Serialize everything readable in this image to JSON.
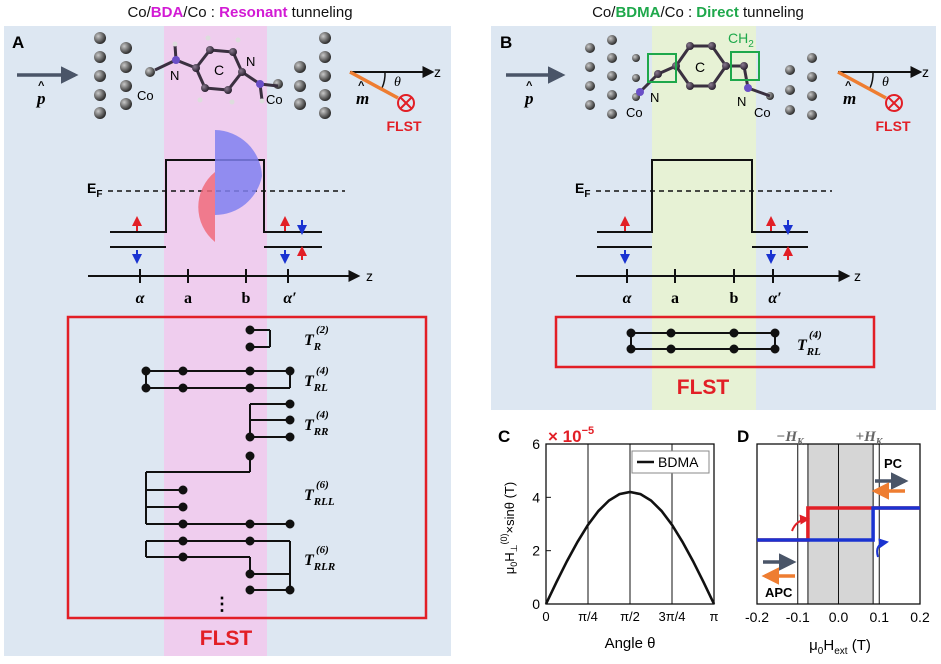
{
  "colors": {
    "panel_bg": "#dde7f2",
    "pink_band": "#efcdee",
    "green_band": "#e7f2d5",
    "red": "#e21f26",
    "magenta": "#d21ad4",
    "green": "#1ea84b",
    "blue": "#1a33d1",
    "orange": "#ee7d31",
    "slate": "#4a5568",
    "grey_band": "#d6d6d6"
  },
  "panel_a": {
    "letter": "A",
    "title_pre": "Co/",
    "title_mol": "BDA",
    "title_mid": "/Co : ",
    "title_type": "Resonant",
    "title_post": " tunneling",
    "p_label": "p",
    "m_label": "m",
    "theta": "θ",
    "z": "z",
    "flst_small": "FLST",
    "atom_N1": "N",
    "atom_C": "C",
    "atom_N2": "N",
    "atom_Co1": "Co",
    "atom_Co2": "Co",
    "ef": "E",
    "ef_sub": "F",
    "axis_ticks": [
      "α",
      "a",
      "b",
      "α′"
    ],
    "axis_z": "z",
    "terms": [
      {
        "T": "T",
        "sup": "(2)",
        "sub": "R"
      },
      {
        "T": "T",
        "sup": "(4)",
        "sub": "RL"
      },
      {
        "T": "T",
        "sup": "(4)",
        "sub": "RR"
      },
      {
        "T": "T",
        "sup": "(6)",
        "sub": "RLL"
      },
      {
        "T": "T",
        "sup": "(6)",
        "sub": "RLR"
      }
    ],
    "dots": "⋮",
    "flst_box": "FLST"
  },
  "panel_b": {
    "letter": "B",
    "title_pre": "Co/",
    "title_mol": "BDMA",
    "title_mid": "/Co : ",
    "title_type": "Direct",
    "title_post": " tunneling",
    "p_label": "p",
    "m_label": "m",
    "theta": "θ",
    "z": "z",
    "flst_small": "FLST",
    "atom_N1": "N",
    "atom_C": "C",
    "atom_N2": "N",
    "atom_Co1": "Co",
    "atom_Co2": "Co",
    "ch2": "CH",
    "ch2_sub": "2",
    "ef": "E",
    "ef_sub": "F",
    "axis_ticks": [
      "α",
      "a",
      "b",
      "α′"
    ],
    "axis_z": "z",
    "term": {
      "T": "T",
      "sup": "(4)",
      "sub": "RL"
    },
    "flst_box": "FLST"
  },
  "panel_c": {
    "letter": "C",
    "exp_label": "× 10",
    "exp_sup": "−5",
    "ylabel_main": "μ",
    "ylabel_rest": "H",
    "ylabel_sup": "(0)",
    "ylabel_sub2": "⊥",
    "ylabel_tail": "×sinθ (T)",
    "ylabel_sub0": "0",
    "xlabel": "Angle θ",
    "legend": "BDMA"
  },
  "panel_d": {
    "letter": "D",
    "minus_hk": "−H",
    "plus_hk": "+H",
    "hk_sub": "K",
    "pc": "PC",
    "apc": "APC",
    "xlabel_mu": "μ",
    "xlabel_sub0": "0",
    "xlabel_h": "H",
    "xlabel_sub": "ext",
    "xlabel_unit": " (T)",
    "x_ticks": [
      "-0.2",
      "-0.1",
      "0.0",
      "0.1",
      "0.2"
    ]
  },
  "chart_data": [
    {
      "type": "line",
      "panel": "C",
      "series": [
        {
          "name": "BDMA",
          "x": [
            0,
            0.19635,
            0.3927,
            0.589,
            0.7854,
            0.9817,
            1.1781,
            1.3744,
            1.5708,
            1.7671,
            1.9635,
            2.1598,
            2.3562,
            2.5525,
            2.7489,
            2.9452,
            3.1416
          ],
          "y": [
            0,
            0.82,
            1.61,
            2.33,
            2.97,
            3.49,
            3.88,
            4.12,
            4.2,
            4.12,
            3.88,
            3.49,
            2.97,
            2.33,
            1.61,
            0.82,
            0
          ]
        }
      ],
      "xlabel": "Angle θ",
      "ylabel": "μ0H⊥(0)×sinθ (T)",
      "y_scale": "× 10^−5",
      "xlim": [
        0,
        3.1416
      ],
      "ylim": [
        0,
        6
      ],
      "x_tick_labels": [
        "0",
        "π/4",
        "π/2",
        "3π/4",
        "π"
      ],
      "y_ticks": [
        0,
        2,
        4,
        6
      ],
      "grid": "vertical lines at π/4, π/2, 3π/4",
      "legend": "top-right"
    },
    {
      "type": "line",
      "panel": "D",
      "series": [
        {
          "x": [
            -0.2,
            0.085,
            0.085,
            0.2
          ],
          "y": [
            0,
            0,
            1,
            1
          ]
        },
        {
          "x": [
            0.2,
            -0.075,
            -0.075,
            -0.2
          ],
          "y": [
            1,
            1,
            0,
            0
          ]
        }
      ],
      "xlabel": "μ0Hext (T)",
      "xlim": [
        -0.2,
        0.2
      ],
      "x_ticks": [
        -0.2,
        -0.1,
        0.0,
        0.1,
        0.2
      ],
      "shaded_region": [
        -0.075,
        0.085
      ]
    }
  ]
}
